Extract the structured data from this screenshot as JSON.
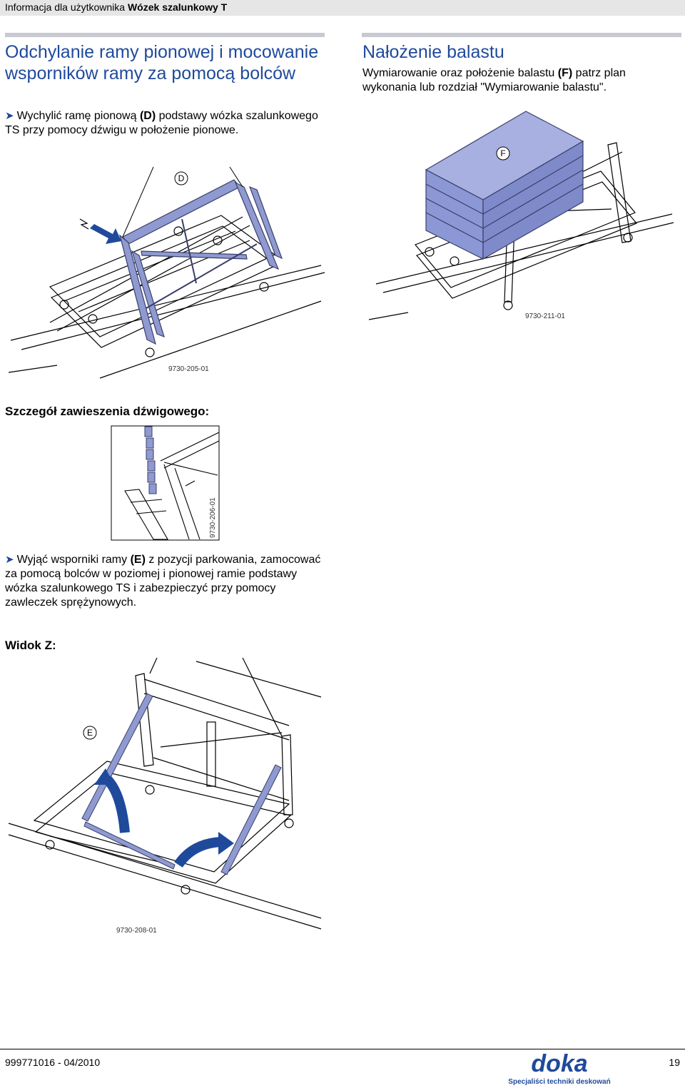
{
  "header": {
    "prefix": "Informacja dla użytkownika",
    "product": "Wózek szalunkowy T"
  },
  "left": {
    "title": "Odchylanie ramy pionowej i mocowanie wsporników ramy za pomocą bolców",
    "step1": {
      "a": "Wychylić ramę pionową ",
      "b": "(D)",
      "c": " podstawy wózka szalunkowego TS przy pomocy dźwigu w położenie pionowe."
    },
    "fig1": {
      "label_d": "D",
      "code": "9730-205-01"
    },
    "detail_heading": "Szczegół zawieszenia dźwigowego:",
    "fig_detail": {
      "code": "9730-206-01"
    },
    "step2": {
      "a": "Wyjąć wsporniki ramy ",
      "b": "(E)",
      "c": " z pozycji parkowania, zamocować za pomocą bolców w poziomej i pionowej ramie podstawy wózka szalunkowego TS i zabezpieczyć przy pomocy zawleczek sprężynowych."
    },
    "view_heading": "Widok Z:",
    "fig3": {
      "label_e": "E",
      "code": "9730-208-01"
    }
  },
  "right": {
    "title": "Nałożenie balastu",
    "text": {
      "a": "Wymiarowanie oraz położenie balastu ",
      "b": "(F)",
      "c": " patrz plan wykonania lub rozdział \"Wymiarowanie balastu\"."
    },
    "fig2": {
      "label_f": "F",
      "code": "9730-211-01"
    }
  },
  "footer": {
    "doc_no": "999771016 - 04/2010",
    "page": "19",
    "logo": "doka",
    "tagline": "Specjaliści techniki deskowań"
  },
  "colors": {
    "accent": "#1f4a9c",
    "frame": "#8e9ad0",
    "ballast": "#8c97d6"
  }
}
